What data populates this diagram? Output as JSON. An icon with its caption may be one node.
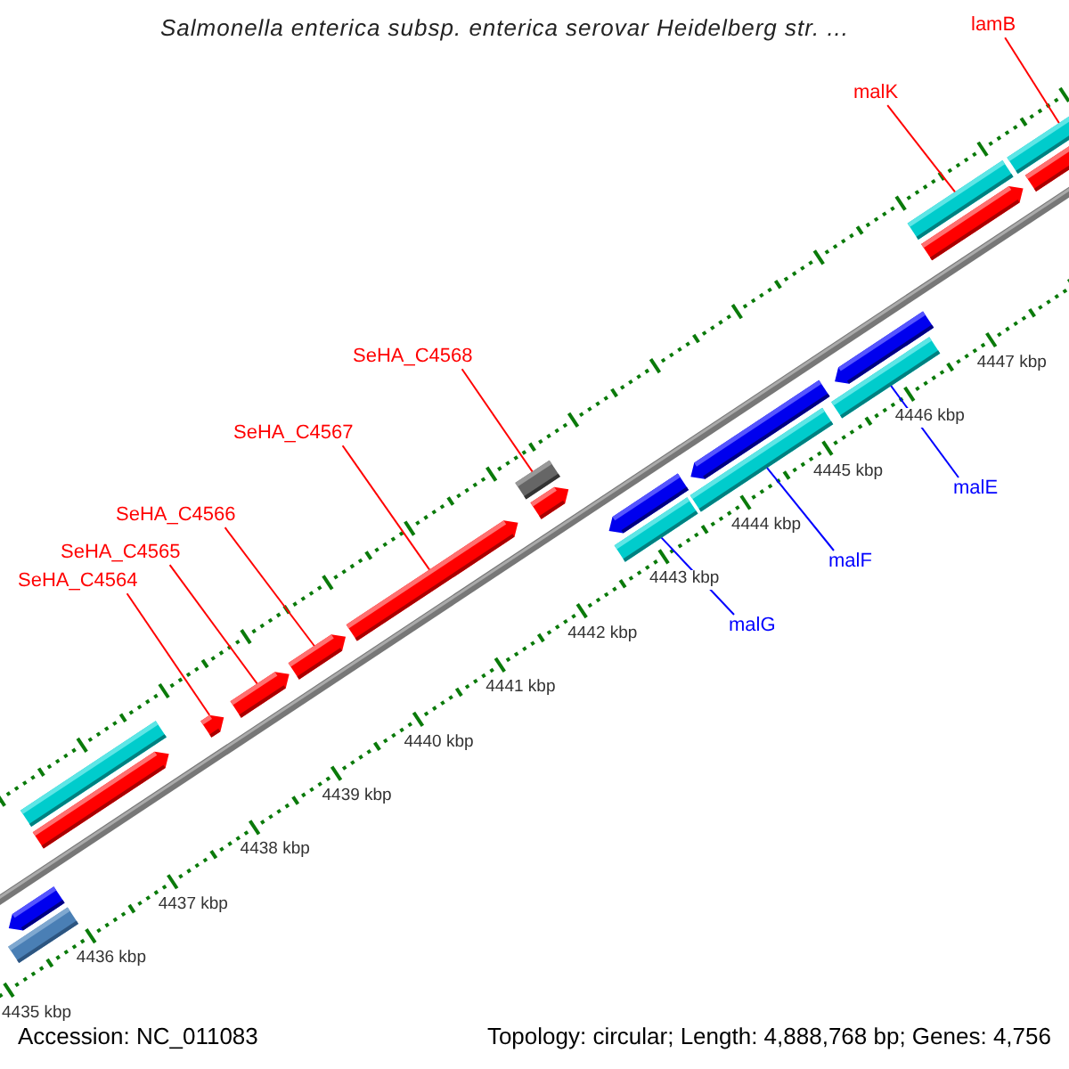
{
  "diagram": {
    "title": "Salmonella enterica subsp. enterica serovar Heidelberg str. ...",
    "nodes": [
      {
        "text": [
          "lamB"
        ]
      },
      {
        "text": [
          "malK"
        ]
      },
      {
        "text": [
          "SeHA_C4568"
        ]
      },
      {
        "text": [
          "SeHA_C4567"
        ]
      },
      {
        "text": [
          "SeHA_C4566"
        ]
      },
      {
        "text": [
          "malE"
        ]
      },
      {
        "text": [
          "SeHA_C4565"
        ]
      },
      {
        "text": [
          "SeHA_C4564"
        ]
      },
      {
        "text": [
          "malF"
        ]
      },
      {
        "text": [
          "malG"
        ]
      },
      {
        "text": [],
        "shape": "bar"
      },
      {
        "text": [],
        "shape": "bar"
      },
      {
        "text": [],
        "shape": "bar"
      },
      {
        "text": [],
        "shape": "bar"
      },
      {
        "text": [],
        "shape": "bar"
      },
      {
        "text": [],
        "shape": "bar"
      },
      {
        "text": [],
        "shape": "bar"
      },
      {
        "text": [],
        "shape": "bar"
      },
      {
        "text": [],
        "shape": "bar"
      },
      {
        "text": [],
        "shape": "bar"
      },
      {
        "text": [],
        "shape": "bar"
      },
      {
        "text": [],
        "shape": "bar"
      },
      {
        "text": [],
        "shape": "bar"
      },
      {
        "text": [],
        "shape": "bar"
      },
      {
        "text": [],
        "shape": "bar"
      },
      {
        "text": [],
        "shape": "bar"
      },
      {
        "text": [],
        "shape": "bar"
      },
      {
        "text": [],
        "shape": "bar"
      },
      {
        "text": [],
        "shape": "bar"
      },
      {
        "text": [],
        "shape": "bar"
      }
    ],
    "edges": [
      {
        "from": 0,
        "to": 28,
        "arrow": "none"
      },
      {
        "from": 1,
        "to": 26,
        "arrow": "none"
      },
      {
        "from": 2,
        "to": 18,
        "arrow": "none"
      },
      {
        "from": 3,
        "to": 17,
        "arrow": "none"
      },
      {
        "from": 4,
        "to": 16,
        "arrow": "none"
      },
      {
        "from": 5,
        "to": 24,
        "arrow": "none",
        "color": "#0000ff"
      },
      {
        "from": 6,
        "to": 15,
        "arrow": "none"
      },
      {
        "from": 7,
        "to": 14,
        "arrow": "none"
      },
      {
        "from": 8,
        "to": 22,
        "arrow": "none",
        "color": "#0000ff"
      },
      {
        "from": 9,
        "to": 20,
        "arrow": "none",
        "color": "#0000ff"
      }
    ],
    "labels": [
      "4447 kbp",
      "4446 kbp",
      "4445 kbp",
      "4444 kbp",
      "4443 kbp",
      "4442 kbp",
      "4441 kbp",
      "4440 kbp",
      "4439 kbp",
      "4438 kbp",
      "4437 kbp",
      "4436 kbp",
      "4435 kbp",
      "Accession: NC_011083",
      "Topology: circular; Length: 4,888,768 bp; Genes: 4,756"
    ]
  }
}
